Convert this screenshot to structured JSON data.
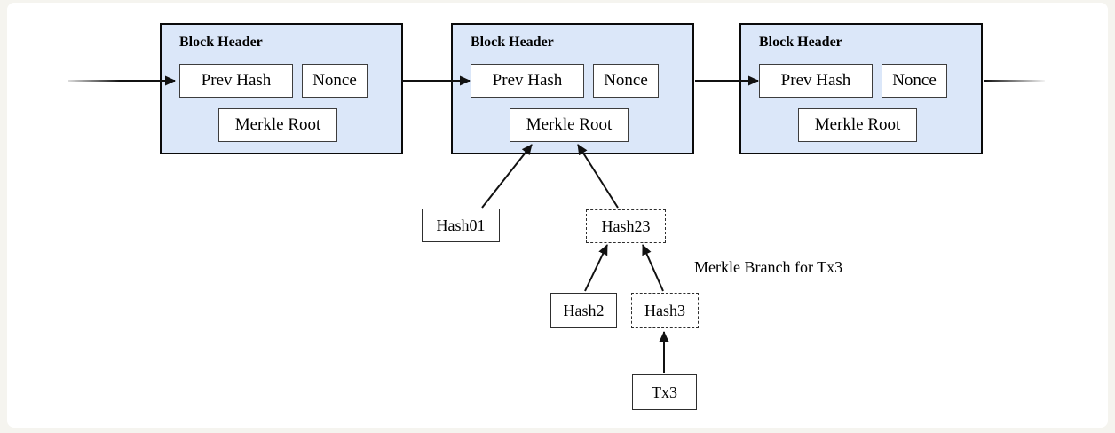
{
  "diagram": {
    "branch_label": "Merkle Branch for Tx3",
    "blocks": [
      {
        "title": "Block Header",
        "prev_hash": "Prev Hash",
        "nonce": "Nonce",
        "merkle_root": "Merkle Root"
      },
      {
        "title": "Block Header",
        "prev_hash": "Prev Hash",
        "nonce": "Nonce",
        "merkle_root": "Merkle Root"
      },
      {
        "title": "Block Header",
        "prev_hash": "Prev Hash",
        "nonce": "Nonce",
        "merkle_root": "Merkle Root"
      }
    ],
    "nodes": {
      "hash01": {
        "label": "Hash01",
        "style": "solid"
      },
      "hash23": {
        "label": "Hash23",
        "style": "dashed"
      },
      "hash2": {
        "label": "Hash2",
        "style": "solid"
      },
      "hash3": {
        "label": "Hash3",
        "style": "dashed"
      },
      "tx3": {
        "label": "Tx3",
        "style": "solid"
      }
    },
    "colors": {
      "block_fill": "#dbe7f9",
      "block_border": "#0a0a0a",
      "line": "#111111",
      "page_background": "#f5f4ef",
      "canvas_background": "#ffffff"
    }
  }
}
